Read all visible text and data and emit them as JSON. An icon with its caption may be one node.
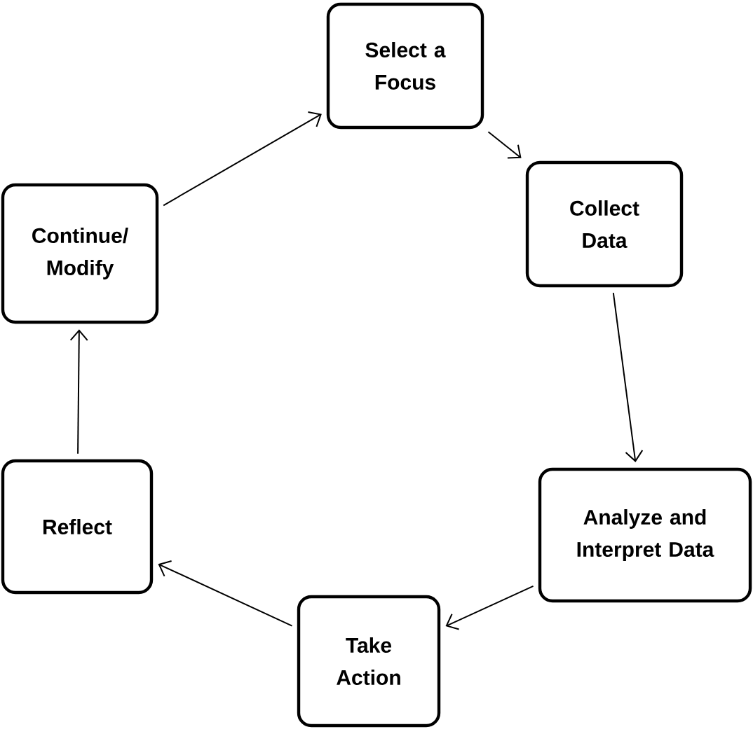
{
  "diagram": {
    "nodes": [
      {
        "text": [
          "Select a Focus"
        ]
      },
      {
        "text": [
          "Collect Data"
        ]
      },
      {
        "text": [
          "Analyze and Interpret Data"
        ]
      },
      {
        "text": [
          "Take Action"
        ]
      },
      {
        "text": [
          "Reflect"
        ]
      },
      {
        "text": [
          "Continue/ Modify"
        ]
      }
    ],
    "edges": [
      {
        "from": 0,
        "to": 1,
        "arrow": "to"
      },
      {
        "from": 1,
        "to": 2,
        "arrow": "to"
      },
      {
        "from": 2,
        "to": 3,
        "arrow": "to"
      },
      {
        "from": 3,
        "to": 4,
        "arrow": "to"
      },
      {
        "from": 4,
        "to": 5,
        "arrow": "to"
      },
      {
        "from": 5,
        "to": 0,
        "arrow": "to"
      }
    ]
  }
}
